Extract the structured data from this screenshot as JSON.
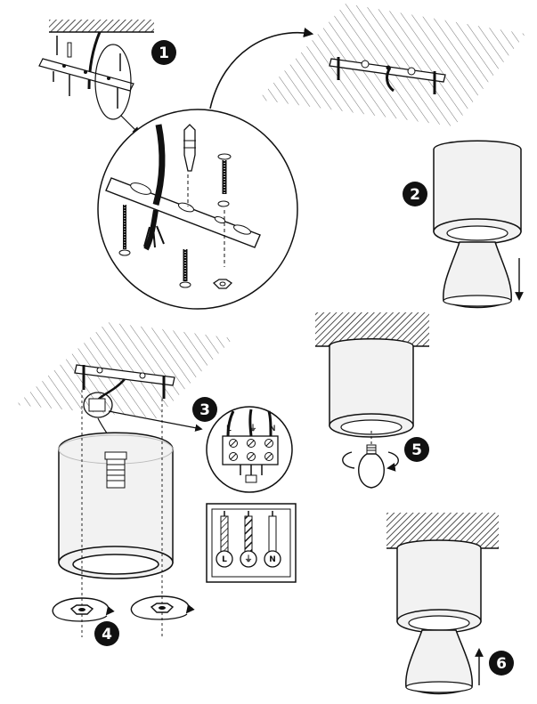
{
  "steps": [
    {
      "number": "1"
    },
    {
      "number": "2"
    },
    {
      "number": "3"
    },
    {
      "number": "4"
    },
    {
      "number": "5"
    },
    {
      "number": "6"
    }
  ],
  "terminals": {
    "live": "L",
    "earth": "⏚",
    "neutral": "N"
  },
  "wire_labels": {
    "live": "L",
    "earth": "⏚",
    "neutral": "N"
  },
  "colors": {
    "ink": "#111111",
    "glass": "#f2f2f2",
    "hatch": "#777777"
  }
}
